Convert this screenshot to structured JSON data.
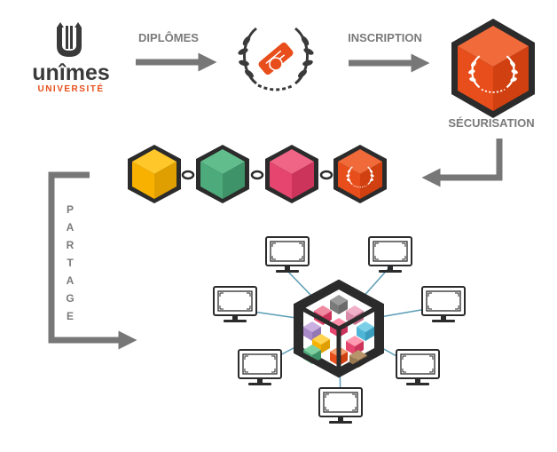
{
  "logo": {
    "name": "unîmes",
    "subtitle": "UNIVERSITÉ"
  },
  "steps": {
    "diplomes": "DIPLÔMES",
    "inscription": "INSCRIPTION",
    "securisation": "SÉCURISATION",
    "partage": [
      "P",
      "A",
      "R",
      "T",
      "A",
      "G",
      "E"
    ]
  },
  "colors": {
    "orange": "#e84e1b",
    "yellow": "#f9b100",
    "green": "#4daa7a",
    "pink": "#e5456e",
    "dark": "#2b2b2b",
    "arrow": "#777777",
    "link": "#5a9cb5"
  },
  "icons": {
    "diploma": "diploma-laurel-icon",
    "secure_block": "laurel-block-icon",
    "chain": "blockchain-icon",
    "network": "distributed-network-icon"
  }
}
